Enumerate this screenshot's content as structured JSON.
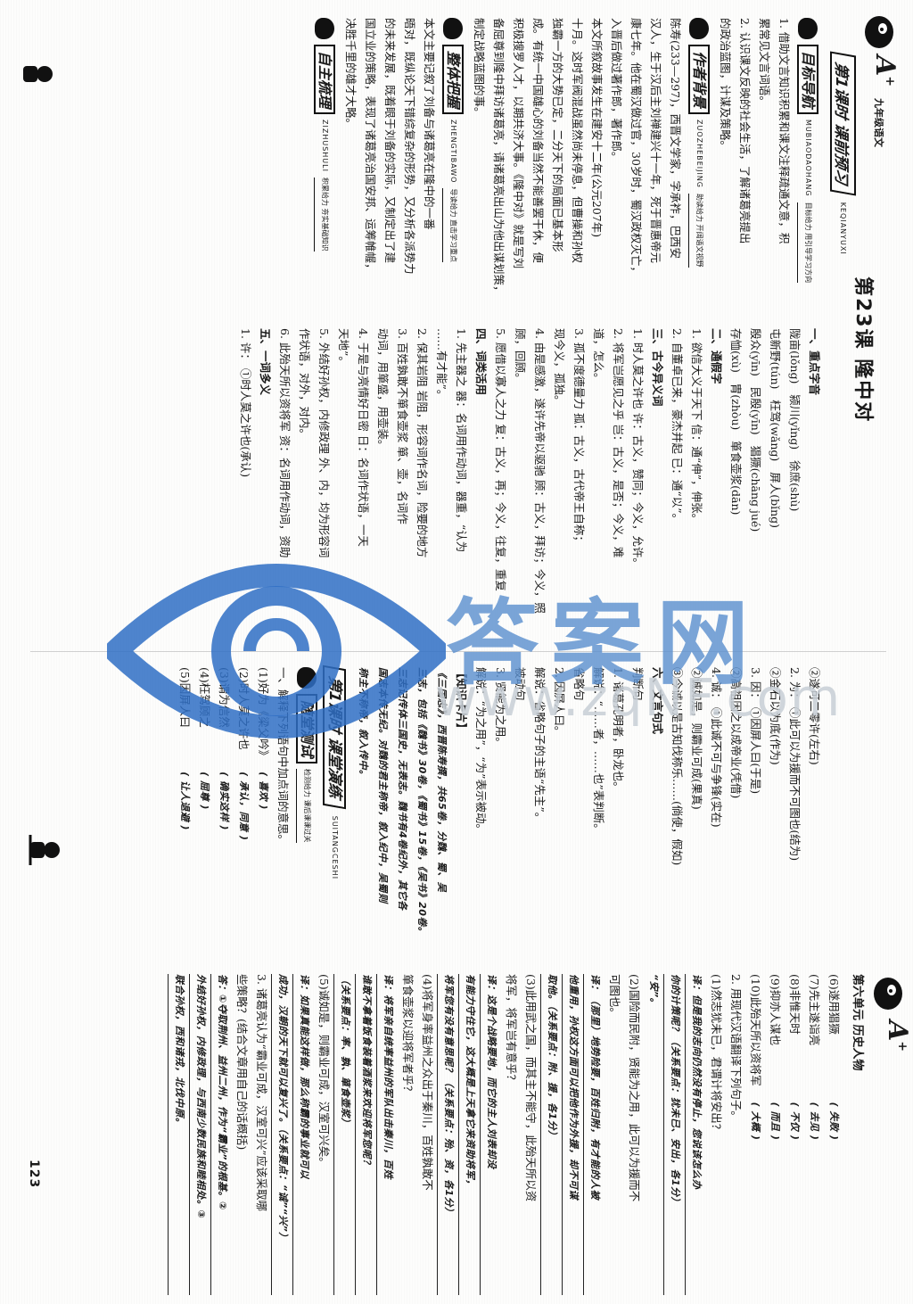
{
  "header": {
    "grade_subject": "九年级语文",
    "logo_text": "A",
    "logo_sup": "+"
  },
  "lesson": {
    "title": "第23课  隆中对",
    "banner": "第1课时   课前预习",
    "banner_pinyin": "KEQIANYUXI"
  },
  "sec_goal": {
    "title": "目标导航",
    "pinyin": "MUBIAODAOHANG",
    "subtitle": "目标给力 用引导学习方向",
    "p1": "1. 借助文言知识积累和课文注释疏通文意，积",
    "p1b": "累常见文言词语。",
    "p2": "2. 认识课文反映的社会生活，了解诸葛亮提出",
    "p2b": "的政治蓝图，计谋及策略。"
  },
  "sec_author": {
    "title": "作者背景",
    "pinyin": "ZUOZHEBEIJING",
    "subtitle": "助读给力 开阔语文视野",
    "lines": [
      "陈寿(233—297)，西晋文学家，字承祚，巴西安",
      "汉人，生于汉后主刘禅建兴十一年，死于晋惠帝元",
      "康七年。他在蜀汉做过官，30岁时，蜀汉政权灭亡，",
      "入晋后做过著作郎，著作郎。",
      "本文所叙故事发生在建安十二年(公元207年)",
      "十月。这时军阀混战虽然尚未停息，但曹操和孙权",
      "独霸一方的大势已定，二分天下的局面已基本形",
      "成。有统一中国雄心的刘备当然不能善罢干休，便",
      "积极搜罗人才，以期共济大事。《隆中对》就是写刘",
      "备屈尊到隆中拜访诸葛亮，请诸葛亮出山为他出谋划策，",
      "制定战略蓝图的事。"
    ]
  },
  "sec_gist": {
    "title": "整体把握",
    "pinyin": "ZHENGTIBAWO",
    "subtitle": "导读给力 直击学习重点",
    "lines": [
      "本文主要记叙了刘备与诸葛亮在隆中的一番",
      "晤对，既纵论天下错综复杂的形势，又分析各派势力",
      "的未来发展，既着眼于刘备的实际，又制定出了建",
      "国立业的策略，表现了诸葛亮治国安邦、运筹帷幄，",
      "决胜千里的雄才大略。"
    ]
  },
  "sec_self": {
    "title": "自主梳理",
    "pinyin": "ZIZHUSHULI",
    "subtitle": "积累给力 夯实基础知识"
  },
  "col2": {
    "h1": "一、重点字音",
    "chars": [
      [
        "陇亩(lǒng)",
        "颍川(yǐng)",
        "徐庶(shù)"
      ],
      [
        "屯新野(tún)",
        "枉驾(wǎng)",
        "屏人(bǐng)"
      ],
      [
        "殷众(yīn)",
        "民殷(yīn)",
        "猖獗(chāng jué)"
      ],
      [
        "存恤(xù)",
        "胄(zhòu)",
        "箪食壶浆(dān)"
      ]
    ],
    "h2": "二、通假字",
    "t1": "1. 欲信大义于天下  信：通“伸”，伸张。",
    "t2": "2. 自董卓已来，豪杰并起  已：通“以”。",
    "h3": "三、古今异义词",
    "g1": "1. 时人莫之许也    许：古义，赞同；今义，允许。",
    "g2a": "2. 将军岂愿见之乎    岂：古义，是否；今义，难",
    "g2b": "道，怎么。",
    "g3a": "3. 孤不度德量力    孤：古义，古代帝王自称；",
    "g3b": "现今义，孤独。",
    "g4a": "4. 由是感激，遂许先帝以驱驰    顾：古义，拜访；今义，照",
    "g4b": "顾，回顾。",
    "g5": "5. 愿借以寡人之力  复：古义，再；今义，往复，重复",
    "h4": "四、词类活用",
    "w1a": "1. 先主器之    器：名词用作动词，器重，“认为",
    "w1b": "……有才能”。",
    "w2": "2. 保其岩阻    岩阻，形容词作名词，险要的地方",
    "w3a": "3. 百姓孰敢不箪食壶浆    箪、壶，名词作",
    "w3b": "动词，用箪盛，用壶装。",
    "w4a": "4. 于是与亮情好日密    日：名词作状语，一天",
    "w4b": "天地”。",
    "w5": "5. 外结好孙权，内修政理   外、内，均为形容词",
    "w5b": "作状语，对外，对内。",
    "w6": "6. 此殆天所以资将军    资：名词用作动词，资助",
    "h5": "五、一词多义",
    "m1": "1. 许：  ①时人莫之许也(承认)"
  },
  "col3": {
    "m1b": "②遂可二零许(左右)",
    "m2a": "2. 为：  ①此可以为援而不可图也(结为)",
    "m2b": "②金石以为底(作为)",
    "m3a": "3. 因：  ①因屏人曰(于是)",
    "m3b": "②高祖因之以成帝业(凭借)",
    "m4a": "4. 诚：  ①此诚不可与争锋(实在)",
    "m4b": "②诚如是，则霸业可成(果真)",
    "m4c": "③今诚以是古知伐称乐……(倘使，假如)",
    "h6": "六、文言句式",
    "s1": "判断句",
    "s2": "1. 诸葛孔明者，卧龙也。",
    "s3": "解说：“……者，……也”表判断。",
    "s4": "省略句",
    "s5": "2. 因屏人曰。",
    "s6": "解说：省略句子的主语“先主”。",
    "s7": "被动句",
    "s8": "3. 贤能为之用。",
    "s9": "解说：“为之用”，“为”表示被动。",
    "card_title": "【知识卡片】",
    "card1": "《三国志》，西晋陈寿撰，共65卷，分魏、蜀、吴",
    "card2": "三志，包括《魏书》30卷，《蜀书》15卷，《吴书》20卷。",
    "card3": "三志记传体三国史，无表志。魏书有4卷纪外，其它各",
    "card4": "国志本传无纪。对魏的君主称帝，叙入纪中，吴蜀则",
    "card5": "称主不称帝，叙入传中。",
    "banner2": "第1课时   课堂演练",
    "banner2_pinyin": "SUITANGCESHI",
    "sub_title": "随堂测试",
    "sub_caption": "检测给力 课后课课过关",
    "q1": "一、解释下列语句中加点词的意思。",
    "q1_items": [
      "(1)好为《梁父吟》",
      "(2)时人莫之许也",
      "(3)谓为信然",
      "(4)枉驾顾之",
      "(5)因屏人曰"
    ],
    "q1_answers": [
      "喜欢",
      "承认，同意",
      "确实这样",
      "屈尊",
      "让人退避"
    ]
  },
  "col4": {
    "unit": "第六单元    历史人物",
    "q6": "(6)遂用猖獗",
    "q7": "(7)先主遂诣亮",
    "q8": "(8)非惟天时",
    "q9": "(9)抑亦人谋也",
    "q10": "(10)此殆天所以资将军",
    "a_col": [
      "失败",
      "去见",
      "不仅",
      "而且",
      "大概"
    ],
    "t2": "2. 用现代汉语翻译下列句子。",
    "t2_1": "(1)然志犹未已，君谓计将安出？",
    "t2_1a": "译：但是我的志向仍然没有停止，您说该怎么办",
    "t2_1b": "你的计策呢？（关系要点：犹未已、安出，各1分）",
    "t2_1c": "“安”。",
    "t2_2": "(2)国险而民附，贤能为之用，此可以为援而不",
    "t2_2b": "可图也。",
    "t2_2a": "译：（那里）地势险要，百姓归附，有才能的人被",
    "t2_2c": "他重用，孙权这方面可以把他作为外援，却不可谋",
    "t2_2d": "取他。（关系要点：附、援，各1分）",
    "t2_3": "(3)此用武之国，而其主不能守，此殆天所以资",
    "t2_3b": "将军，将军岂有意乎？",
    "t2_3a": "译：这是个战略要地，而它的主人刘表却没",
    "t2_3c": "有能力守住它，这大概是上天拿它来资助将军，",
    "t2_3d": "将军您有没有意思呢？（关系要点：殆、资，各1分）",
    "t2_4": "(4)将军身率益州之众出于秦川，百姓孰敢不",
    "t2_4b": "箪食壶浆以迎将军者乎？",
    "t2_4a": "译：将军亲自统率益州的军队出击秦川，百姓",
    "t2_4c": "谁敢不拿着饭食装着酒浆来欢迎将军您呢？",
    "t2_4d": "（关系要点：率、孰、箪食壶浆）",
    "t2_5": "(5)诚如是，则霸业可成，汉室可兴矣。",
    "t2_5a": "译：如果真能这样做，那么称霸的事业就可以",
    "t2_5b": "成功，汉朝的天下就可以复兴了。（关系要点：“诚”“兴”）",
    "t3": "3. 诸葛亮认为“霸业可成，汉室可兴”应该采取哪",
    "t3b": "些策略？(结合文章用自己的话概括)",
    "t3a": "答：①夺取荆州、益州二州，作为“霸业”的根基。②",
    "t3c": "外结好孙权，内修政理，与西南少数民族和睦相处。③",
    "t3d": "联合孙权，西和诸戎，北伐中原。"
  },
  "footer": {
    "page": "123"
  },
  "watermark": {
    "url": "www.zqNF.com",
    "cn": "答案网"
  }
}
